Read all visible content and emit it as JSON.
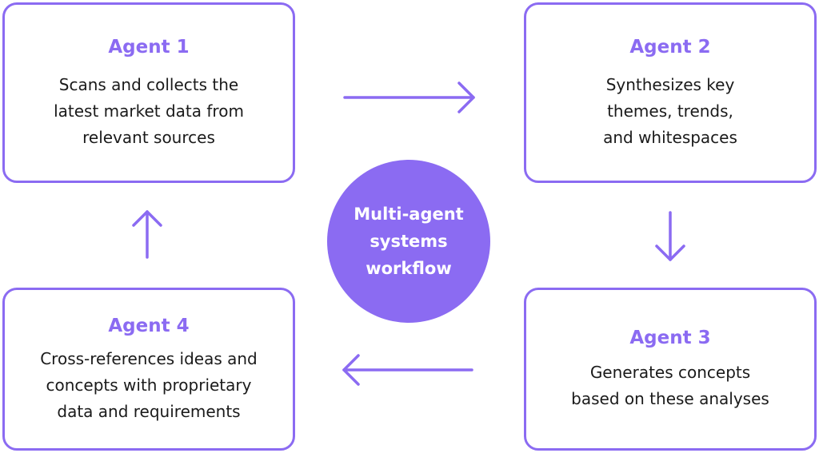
{
  "agents": [
    {
      "title": "Agent 1",
      "description": "Scans and collects the\nlatest market data from\nrelevant sources"
    },
    {
      "title": "Agent 2",
      "description": "Synthesizes key\nthemes, trends,\nand whitespaces"
    },
    {
      "title": "Agent 3",
      "description": "Generates concepts\nbased on these analyses"
    },
    {
      "title": "Agent 4",
      "description": "Cross-references ideas and\nconcepts with proprietary\ndata and requirements"
    }
  ],
  "hub": {
    "label": "Multi-agent\nsystems\nworkflow"
  },
  "colors": {
    "accent": "#8B6BF2",
    "text": "#1a1a1a",
    "background": "#ffffff"
  }
}
